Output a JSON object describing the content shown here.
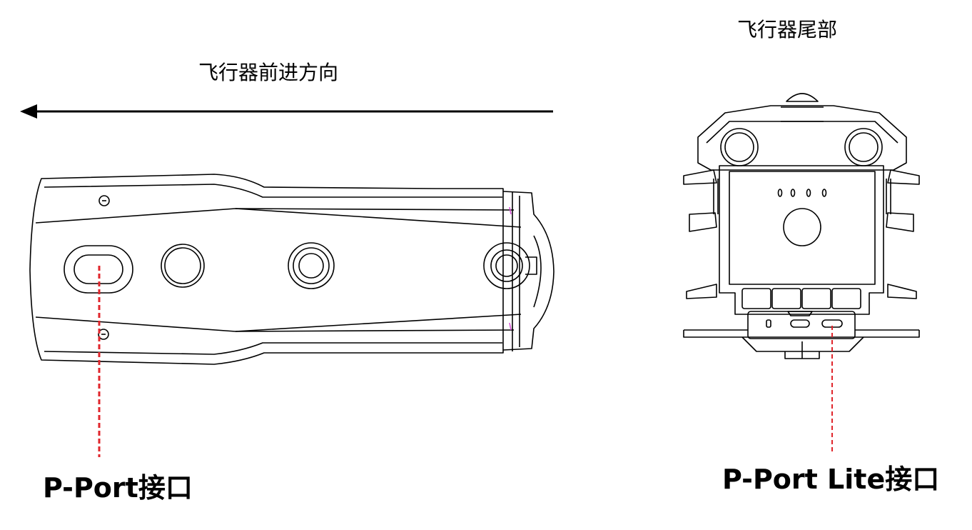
{
  "labels": {
    "rear_view_title": "飞行器尾部",
    "forward_direction": "飞行器前进方向",
    "pport": "P-Port接口",
    "pport_lite": "P-Port Lite接口"
  },
  "colors": {
    "line": "#000000",
    "callout": "#e0252b",
    "accent_magenta": "#d64ad6"
  },
  "icons": {
    "direction_arrow": "arrow-left-icon"
  }
}
